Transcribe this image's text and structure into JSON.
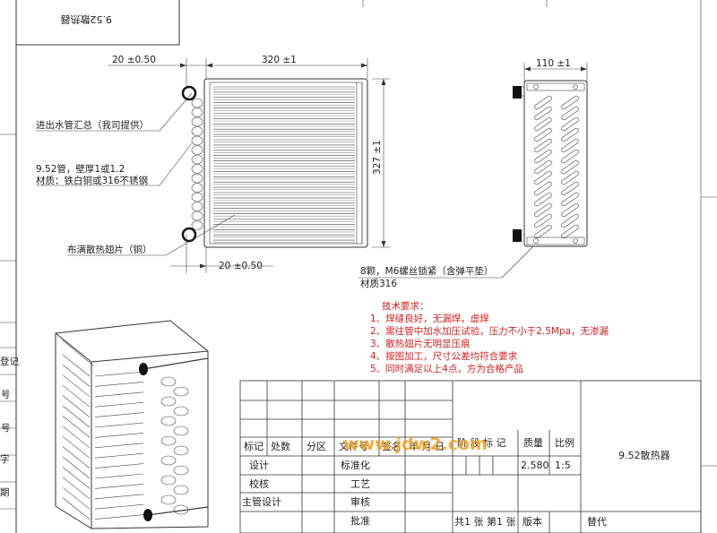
{
  "drawing": {
    "title_box": "9.52散热器",
    "dims": {
      "width": "320 ±1",
      "height": "327 ±1",
      "depth": "110 ±1",
      "offset_top": "20 ±0.50",
      "offset_bottom": "20 ±0.50"
    },
    "callouts": {
      "inlet": "进出水管汇总（我司提供）",
      "tube_line1": "9.52管，壁厚1或1.2",
      "tube_line2": "材质：铁白铜或316不锈钢",
      "fins": "布满散热翅片（铜）",
      "bolt_line1": "8颗，M6螺丝锁紧（含弹平垫）",
      "bolt_line2": "材质316"
    },
    "requirements": {
      "heading": "技术要求：",
      "items": [
        "1、焊缝良好，无漏焊，虚焊",
        "2、需往管中加水加压试验，压力不小于2.5Mpa，无渗漏",
        "3、散热翅片无明显压痕",
        "4、按图加工，尺寸公差均符合要求",
        "5、同时满足以上4点，方为合格产品"
      ]
    },
    "left_margin_labels": [
      "登记",
      "号",
      "号",
      "字",
      "期"
    ],
    "watermark": "www.jdw2.com"
  },
  "title_block": {
    "headers": [
      "标记",
      "处数",
      "分区",
      "文件号",
      "签名",
      "年 月 日"
    ],
    "stage_headers": [
      "阶 段 标 记",
      "质量",
      "比例"
    ],
    "mass": "2.580",
    "scale": "1:5",
    "part_name": "9.52散热器",
    "design": "设计",
    "standardize": "标准化",
    "check": "校核",
    "process": "工艺",
    "chief_design": "主管设计",
    "review": "审核",
    "approve": "批准",
    "sheets": "共1 张 第1 张",
    "version": "版本",
    "replace": "替代"
  }
}
